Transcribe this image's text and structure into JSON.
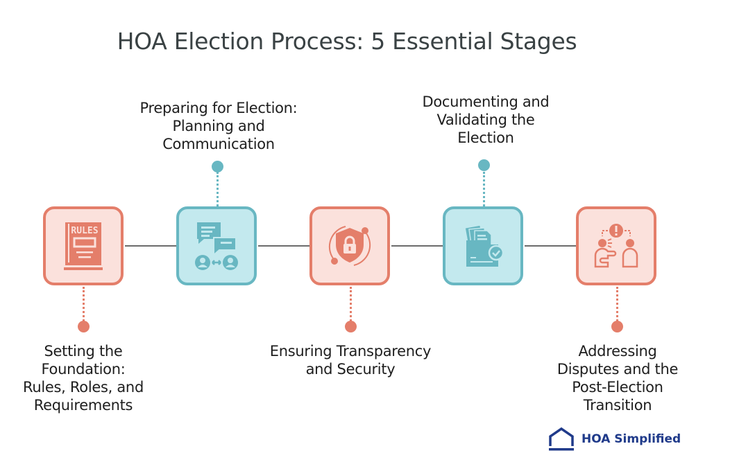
{
  "title": "HOA Election Process: 5 Essential Stages",
  "colors": {
    "coral": "#e47e6a",
    "coral_fill": "#fbe1dc",
    "teal": "#68b7c2",
    "teal_fill": "#c3e9ee",
    "brand": "#1f3a8a"
  },
  "stages": [
    {
      "step": 1,
      "label": "Setting the Foundation: Rules, Roles, and Requirements",
      "lines": [
        "Setting the",
        "Foundation:",
        "Rules, Roles, and",
        "Requirements"
      ],
      "icon": "rules-book-icon",
      "icon_text": "RULES",
      "color": "coral",
      "label_position": "below"
    },
    {
      "step": 2,
      "label": "Preparing for Election: Planning and Communication",
      "lines": [
        "Preparing for Election:",
        "Planning and",
        "Communication"
      ],
      "icon": "chat-people-icon",
      "color": "teal",
      "label_position": "above"
    },
    {
      "step": 3,
      "label": "Ensuring Transparency and Security",
      "lines": [
        "Ensuring Transparency",
        "and Security"
      ],
      "icon": "shield-lock-icon",
      "color": "coral",
      "label_position": "below"
    },
    {
      "step": 4,
      "label": "Documenting and Validating the Election",
      "lines": [
        "Documenting and",
        "Validating the",
        "Election"
      ],
      "icon": "folder-check-icon",
      "color": "teal",
      "label_position": "above"
    },
    {
      "step": 5,
      "label": "Addressing Disputes and the Post-Election Transition",
      "lines": [
        "Addressing",
        "Disputes and the",
        "Post-Election",
        "Transition"
      ],
      "icon": "dispute-people-icon",
      "color": "coral",
      "label_position": "below"
    }
  ],
  "logo": {
    "text": "HOA Simplified",
    "icon": "house-icon"
  }
}
